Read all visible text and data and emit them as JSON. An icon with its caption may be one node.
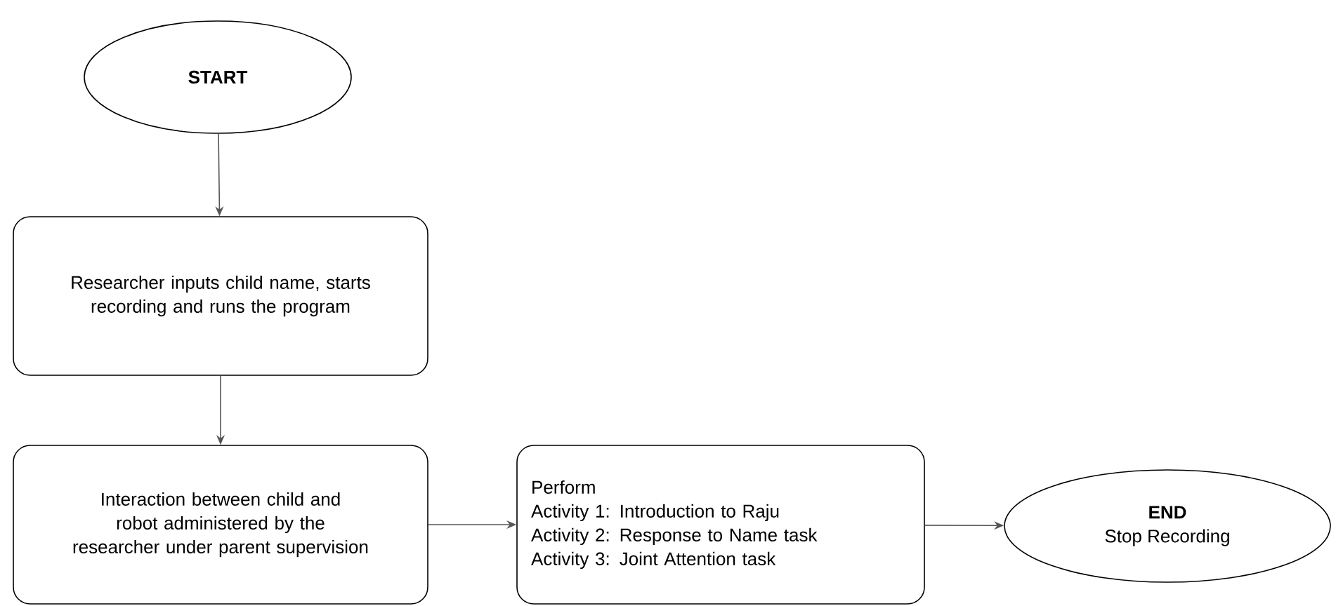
{
  "diagram": {
    "nodes": [
      {
        "text": [
          "START"
        ]
      },
      {
        "text": [
          "Researcher inputs child name, starts recording and runs the program"
        ]
      },
      {
        "text": [
          "Interaction between child  and robot administered by the researcher under parent supervision"
        ]
      },
      {
        "text": [
          "Perform",
          "Activity 1: Introduction to Raju",
          "Activity 2: Response to Name task",
          "Activity 3: Joint Attention task"
        ]
      },
      {
        "text": [
          "END",
          "Stop Recording"
        ]
      }
    ],
    "edges": [
      {
        "from": 0,
        "to": 1,
        "arrow": "to"
      },
      {
        "from": 1,
        "to": 2,
        "arrow": "to"
      },
      {
        "from": 2,
        "to": 3,
        "arrow": "to"
      },
      {
        "from": 3,
        "to": 4,
        "arrow": "to"
      }
    ]
  }
}
